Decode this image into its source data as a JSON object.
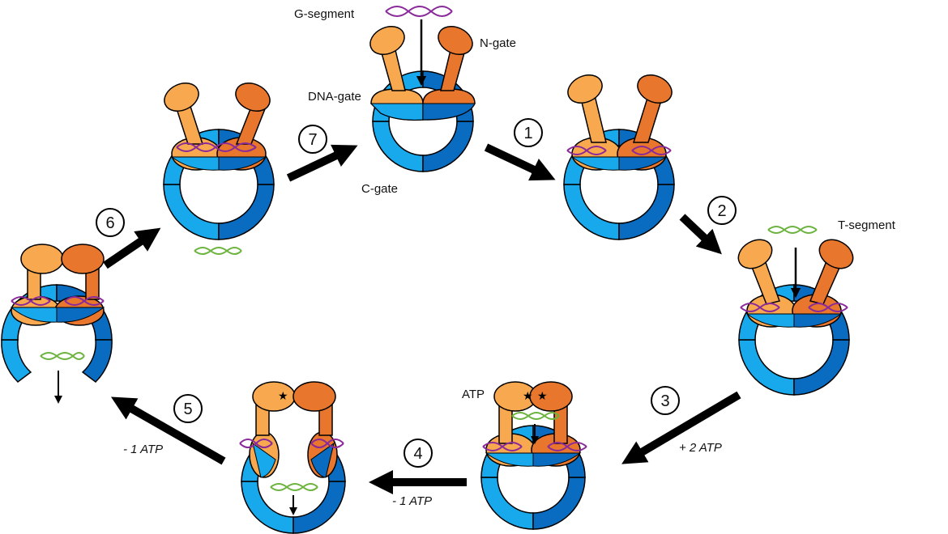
{
  "labels": {
    "g_segment": "G-segment",
    "n_gate": "N-gate",
    "dna_gate": "DNA-gate",
    "c_gate": "C-gate",
    "t_segment": "T-segment",
    "atp": "ATP"
  },
  "steps": [
    "1",
    "2",
    "3",
    "4",
    "5",
    "6",
    "7"
  ],
  "atp_notes": {
    "step3": "+ 2 ATP",
    "step4": "- 1 ATP",
    "step5": "- 1 ATP"
  },
  "colors": {
    "light_orange": "#F8A94F",
    "dark_orange": "#E8762C",
    "light_blue": "#18A8EC",
    "dark_blue": "#0A6CC0",
    "g_dna": "#8A2A9A",
    "t_dna": "#6DB33F",
    "arrow": "#000000"
  }
}
